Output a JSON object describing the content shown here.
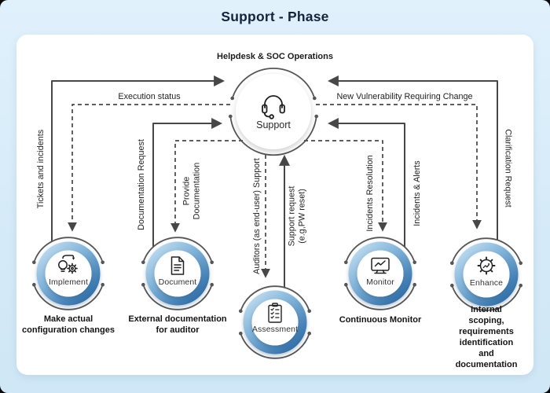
{
  "title": "Support - Phase",
  "support": {
    "header": "Helpdesk & SOC Operations",
    "label": "Support",
    "icon": "headset-icon"
  },
  "nodes": [
    {
      "label": "Implement",
      "icon": "lightbulb-gear-icon",
      "caption": "Make actual\nconfiguration changes"
    },
    {
      "label": "Document",
      "icon": "document-icon",
      "caption": "External documentation\nfor auditor"
    },
    {
      "label": "Assessment",
      "icon": "clipboard-checklist-icon",
      "caption": ""
    },
    {
      "label": "Monitor",
      "icon": "monitor-chart-icon",
      "caption": "Continuous Monitor"
    },
    {
      "label": "Enhance",
      "icon": "gear-growth-icon",
      "caption": "Internal scoping,\nrequirements\nidentification\nand documentation"
    }
  ],
  "flows": {
    "execution_status": "Execution status",
    "new_vulnerability": "New Vulnerability Requiring Change",
    "tickets_incidents": "Tickets and incidents",
    "documentation_request": "Documentation Request",
    "provide_documentation": "Provide\nDocumentation",
    "auditors_support": "Auditors (as end-user) Support",
    "support_request": "Support request\n(e.g,PW reset)",
    "incidents_resolution": "Incidents Resolution",
    "incidents_alerts": "Incidents & Alerts",
    "clarification_request": "Clarification Request"
  },
  "colors": {
    "background": "#d9edf9",
    "card": "#ffffff",
    "ring_light": "#c2def1",
    "ring_dark": "#2e6da7",
    "line": "#474747",
    "title_text": "#15233d"
  }
}
